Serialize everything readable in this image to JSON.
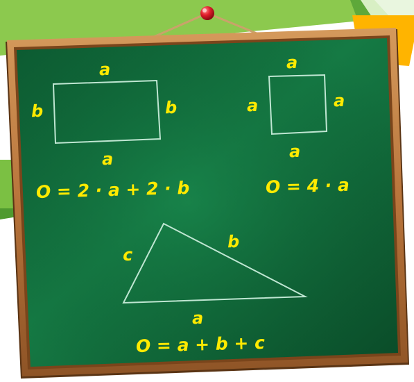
{
  "colors": {
    "board_green": "#0f6a3a",
    "board_dark": "#073d21",
    "frame_wood": "#b8743b",
    "chalk_line": "#bfe6d2",
    "label_yellow": "#ffea00",
    "banner_green": "#7bc043",
    "pin_red": "#e11d2b"
  },
  "rectangle": {
    "label_top": "a",
    "label_left": "b",
    "label_right": "b",
    "label_bottom": "a",
    "formula": "O = 2 · a + 2 · b"
  },
  "square": {
    "label_top": "a",
    "label_left": "a",
    "label_right": "a",
    "label_bottom": "a",
    "formula": "O = 4 · a"
  },
  "triangle": {
    "label_left": "c",
    "label_right": "b",
    "label_bottom": "a",
    "formula": "O = a + b + c"
  }
}
